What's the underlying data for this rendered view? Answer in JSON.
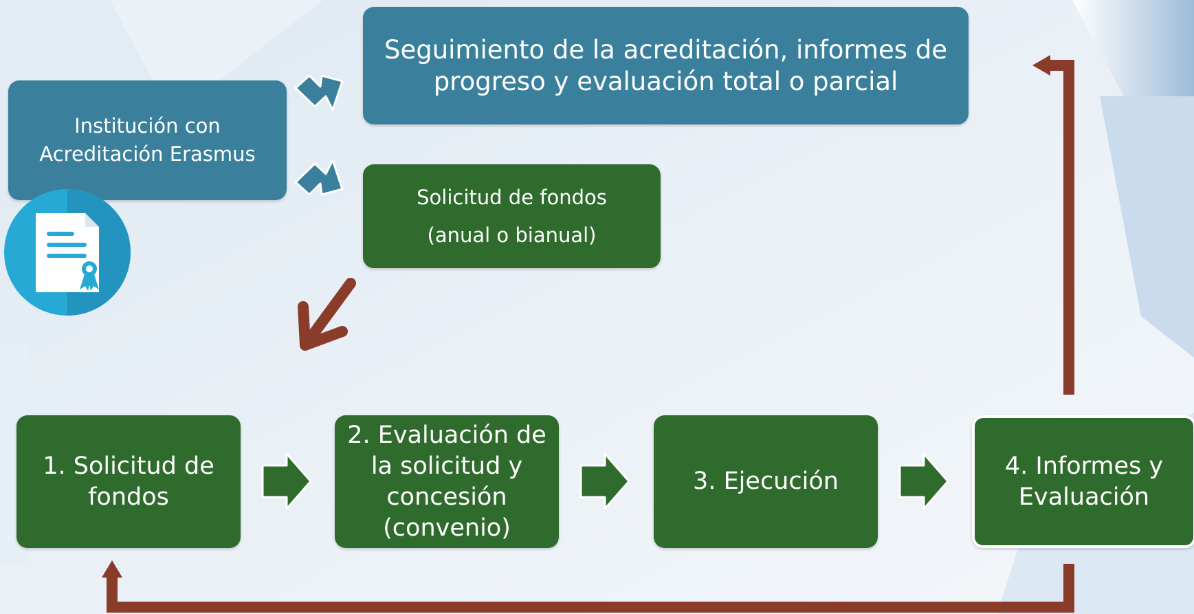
{
  "colors": {
    "teal_box": "#3a809c",
    "green_box": "#2e6b2c",
    "arrow_brown": "#8a3c2a",
    "badge_blue": "#27a9d6"
  },
  "accreditation": {
    "lines": [
      "Institución con",
      "Acreditación Erasmus"
    ],
    "icon": "certificate-icon"
  },
  "monitoring": {
    "lines": [
      "Seguimiento de la acreditación, informes de",
      "progreso y evaluación total o parcial"
    ]
  },
  "funding_request": {
    "lines": [
      "Solicitud de fondos",
      "(anual o bianual)"
    ]
  },
  "steps": [
    {
      "lines": [
        "1. Solicitud de",
        "fondos"
      ]
    },
    {
      "lines": [
        "2. Evaluación de",
        "la solicitud y",
        "concesión",
        "(convenio)"
      ]
    },
    {
      "lines": [
        "3. Ejecución"
      ]
    },
    {
      "lines": [
        "4. Informes y",
        "Evaluación"
      ]
    }
  ]
}
